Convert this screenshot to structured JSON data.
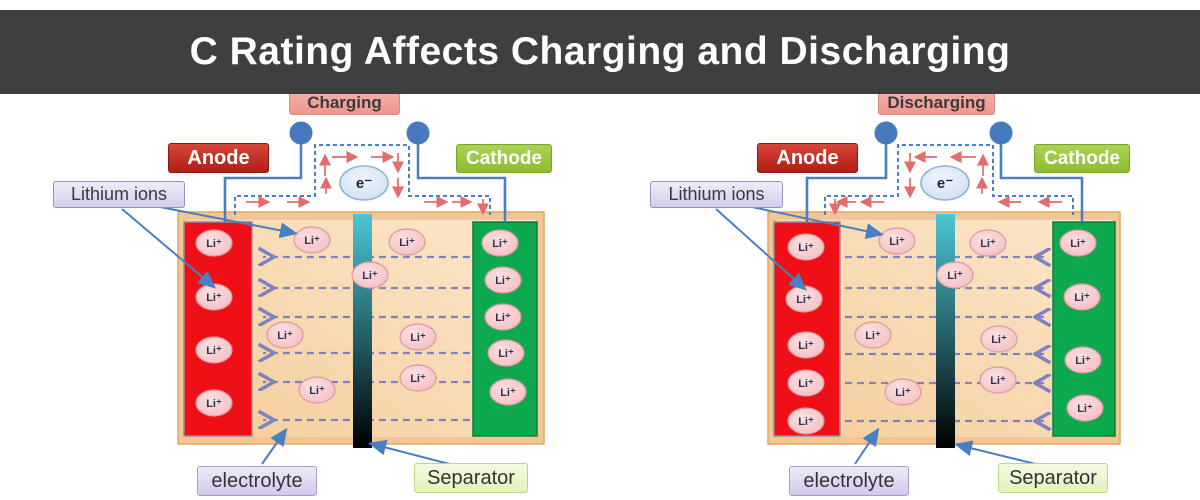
{
  "title": "C Rating Affects Charging and Discharging",
  "left_diagram": {
    "mode": "Charging"
  },
  "right_diagram": {
    "mode": "Discharging"
  },
  "labels": {
    "anode": "Anode",
    "cathode": "Cathode",
    "lithium_ions": "Lithium ions",
    "electrolyte": "electrolyte",
    "separator": "Separator",
    "lithium_ion": "Li⁺",
    "electron": "e⁻"
  },
  "colors": {
    "title_bar_bg": "#3f3f3f",
    "title_text": "#ffffff",
    "anode_strip": "#ee1016",
    "cathode_strip": "#0ca94e",
    "separator_strip": "#2fb5c4",
    "cell_bg": "#f8d9ae",
    "ion_fill": "#f7c6c9",
    "wire_blue": "#4b80c0",
    "electron_flow_arrow": "#e26b6b",
    "ion_flow_arrow": "#7d82c4",
    "charging_tag_bg": "#f2a19d",
    "anode_tag_bg": "#c52b1f",
    "cathode_tag_bg": "#97c53c",
    "lithium_tag_bg": "#ddd5f0",
    "electrolyte_tag_bg": "#ded3f0",
    "separator_tag_bg": "#e9f5c5"
  }
}
